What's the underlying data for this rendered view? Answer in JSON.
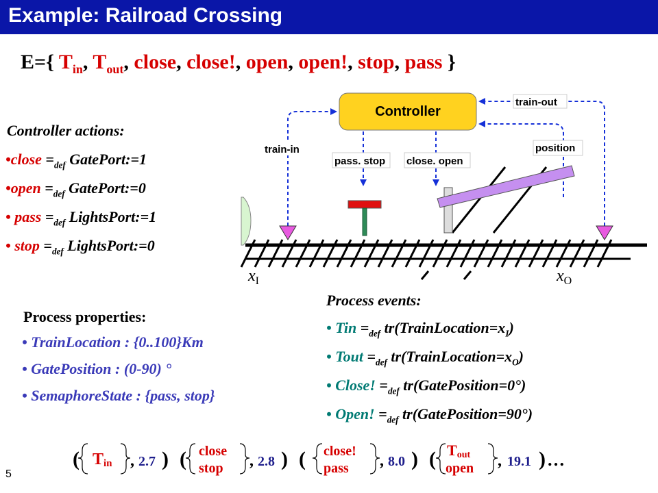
{
  "title": "Example: Railroad Crossing",
  "events_set": {
    "prefix": "E={ ",
    "t": "T",
    "in_sub": "in",
    "out_sub": "out",
    "comma": ", ",
    "close": "close",
    "close_bang": "close!",
    "open": "open",
    "open_bang": "open!",
    "stop": "stop",
    "pass": "pass",
    "suffix": " }"
  },
  "controller_actions": {
    "heading": "Controller actions:",
    "def_sub": "def",
    "items": [
      {
        "bullet": "•",
        "name": "close",
        "eq": " =",
        "body": " GatePort:=1"
      },
      {
        "bullet": "•",
        "name": "open",
        "eq": " =",
        "body": " GatePort:=0"
      },
      {
        "bullet": "• ",
        "name": "pass",
        "eq": " =",
        "body": " LightsPort:=1"
      },
      {
        "bullet": "• ",
        "name": "stop",
        "eq": " =",
        "body": " LightsPort:=0"
      }
    ]
  },
  "diagram": {
    "controller_label": "Controller",
    "train_in": "train-in",
    "train_out": "train-out",
    "pass_stop": "pass. stop",
    "close_open": "close. open",
    "position": "position",
    "x_label": "x",
    "xi_sub": "I",
    "xo_sub": "O"
  },
  "process_properties": {
    "heading": "Process properties:",
    "items": [
      "TrainLocation : {0..100}Km",
      "GatePosition : (0-90) °",
      "SemaphoreState : {pass, stop}"
    ]
  },
  "process_events": {
    "heading": "Process events:",
    "def_sub": "def",
    "items": [
      {
        "name": "Tin",
        "eq": " =",
        "body": " tr(TrainLocation=x",
        "sub": "I",
        "end": ")"
      },
      {
        "name": "Tout",
        "eq": " =",
        "body": " tr(TrainLocation=x",
        "sub": "O",
        "end": ")"
      },
      {
        "name": "Close!",
        "eq": " =",
        "body": " tr(GatePosition=0°)",
        "sub": "",
        "end": ""
      },
      {
        "name": "Open!",
        "eq": " =",
        "body": " tr(GatePosition=90°)",
        "sub": "",
        "end": ""
      }
    ]
  },
  "sequence": {
    "open_paren": "(",
    "close_paren": ")",
    "comma": ",",
    "ellipsis": "…",
    "tuples": [
      {
        "top": "T",
        "sub": "in",
        "bottom": "",
        "time": "2.7"
      },
      {
        "top": "close",
        "sub": "",
        "bottom": "stop",
        "time": "2.8"
      },
      {
        "top": "close!",
        "sub": "",
        "bottom": "pass",
        "time": "8.0"
      },
      {
        "top": "T",
        "sub": "out",
        "bottom": "open",
        "time": "19.1"
      }
    ]
  },
  "page_number": "5",
  "colors": {
    "title_bar": "#0a16a8",
    "controller_box": "#ffd21f",
    "arrow": "#1530d8",
    "marker": "#e85ae0",
    "gate_bar": "#c58ff0",
    "semaphore_top": "#e01010",
    "semaphore_pole": "#2e8b57",
    "red_text": "#d60000",
    "teal_text": "#007a73",
    "blue_text": "#3a3ab8",
    "navy_text": "#1e1e8c"
  }
}
